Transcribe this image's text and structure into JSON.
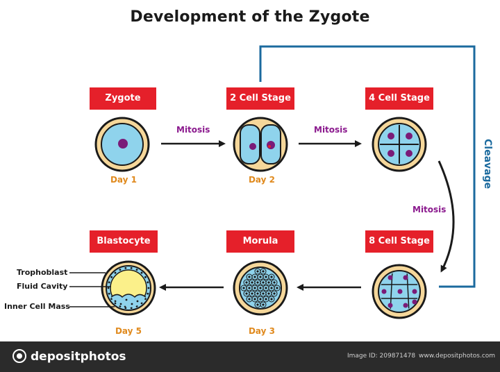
{
  "title": "Development of the Zygote",
  "stages": [
    {
      "name": "Zygote",
      "day": "Day 1"
    },
    {
      "name": "2 Cell Stage",
      "day": "Day 2"
    },
    {
      "name": "4 Cell Stage",
      "day": ""
    },
    {
      "name": "8 Cell Stage",
      "day": ""
    },
    {
      "name": "Morula",
      "day": "Day 3"
    },
    {
      "name": "Blastocyte",
      "day": "Day 5"
    }
  ],
  "process": {
    "mitosis_1": "Mitosis",
    "mitosis_2": "Mitosis",
    "mitosis_3": "Mitosis",
    "cleavage": "Cleavage"
  },
  "blastocyte_parts": [
    "Trophoblast",
    "Fluid Cavity",
    "Inner Cell Mass"
  ],
  "footer": {
    "brand": "depositphotos",
    "image_id": "Image ID: 209871478",
    "site": "www.depositphotos.com"
  },
  "colors": {
    "label_bg": "#e5202a",
    "day_text": "#e08a1e",
    "mitosis_text": "#8b1a8e",
    "cleavage_line": "#1b6a9e",
    "cell_fill": "#8fd3ec",
    "zona_fill": "#f5d79a",
    "nucleus": "#7a1b78",
    "cavity": "#fbf08a"
  }
}
